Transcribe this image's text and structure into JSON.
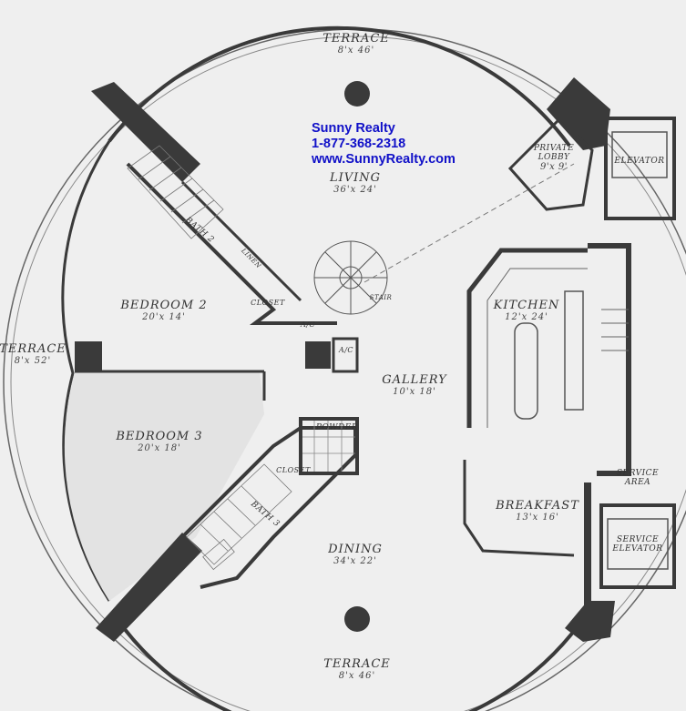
{
  "realty": {
    "name": "Sunny Realty",
    "phone": "1-877-368-2318",
    "website": "www.SunnyRealty.com",
    "color": "#1010c8"
  },
  "rooms": {
    "terrace_top": {
      "name": "TERRACE",
      "dim": "8'x 46'"
    },
    "terrace_left": {
      "name": "TERRACE",
      "dim": "8'x 52'"
    },
    "terrace_bottom": {
      "name": "TERRACE",
      "dim": "8'x 46'"
    },
    "living": {
      "name": "LIVING",
      "dim": "36'x 24'"
    },
    "private_lobby": {
      "name": "PRIVATE LOBBY",
      "dim": "9'x 9'"
    },
    "elevator": {
      "name": "ELEVATOR"
    },
    "bath2": {
      "name": "BATH 2"
    },
    "linen": {
      "name": "LINEN"
    },
    "closet1": {
      "name": "CLOSET"
    },
    "bedroom2": {
      "name": "BEDROOM 2",
      "dim": "20'x 14'"
    },
    "stair": {
      "name": "STAIR"
    },
    "ac1": {
      "name": "A/C"
    },
    "ac2": {
      "name": "A/C"
    },
    "kitchen": {
      "name": "KITCHEN",
      "dim": "12'x 24'"
    },
    "gallery": {
      "name": "GALLERY",
      "dim": "10'x 18'"
    },
    "bedroom3": {
      "name": "BEDROOM 3",
      "dim": "20'x 18'"
    },
    "powder": {
      "name": "POWDER"
    },
    "closet2": {
      "name": "CLOSET"
    },
    "bath3": {
      "name": "BATH 3"
    },
    "service_area": {
      "name": "SERVICE AREA"
    },
    "breakfast": {
      "name": "BREAKFAST",
      "dim": "13'x 16'"
    },
    "service_elevator": {
      "name": "SERVICE ELEVATOR"
    },
    "dining": {
      "name": "DINING",
      "dim": "34'x 22'"
    }
  },
  "colors": {
    "wall": "#3a3a3a",
    "background": "#efefef",
    "shade": "#e2e2e2"
  }
}
